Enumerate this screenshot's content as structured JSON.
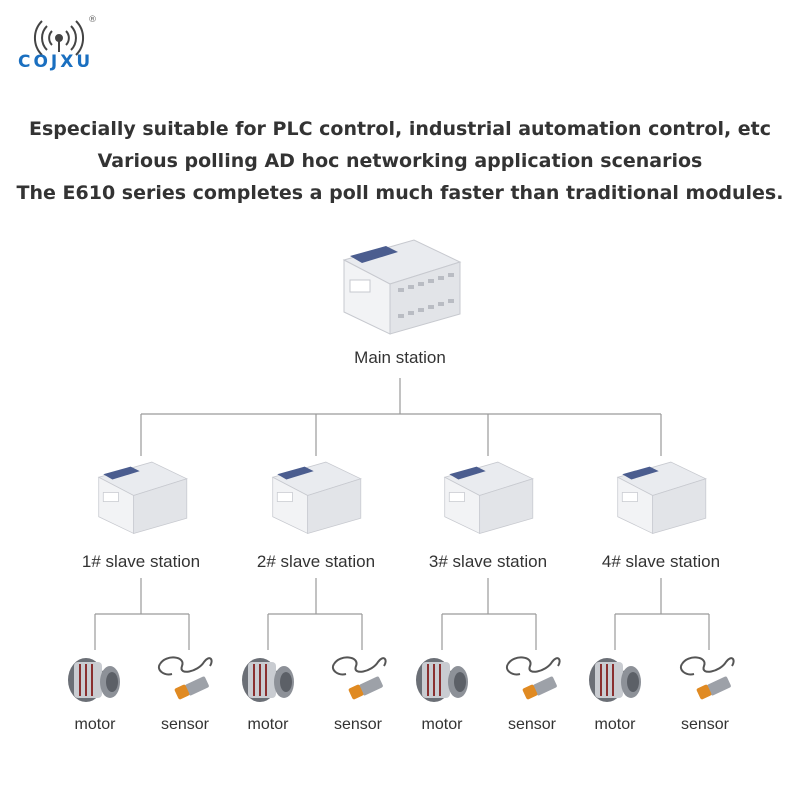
{
  "brand": {
    "name": "COJXU",
    "registered": "®"
  },
  "headline": [
    "Especially suitable for PLC control, industrial automation control, etc",
    "Various polling AD hoc networking application scenarios",
    "The E610 series completes a poll much faster than traditional modules."
  ],
  "main_station": {
    "label": "Main station",
    "icon": "plc-icon"
  },
  "slaves": [
    {
      "label": "1# slave station",
      "devices": [
        "motor",
        "sensor"
      ]
    },
    {
      "label": "2# slave station",
      "devices": [
        "motor",
        "sensor"
      ]
    },
    {
      "label": "3# slave station",
      "devices": [
        "motor",
        "sensor"
      ]
    },
    {
      "label": "4# slave station",
      "devices": [
        "motor",
        "sensor"
      ]
    }
  ],
  "colors": {
    "brand_blue": "#1a6fc0",
    "line_gray": "#9a9a9a",
    "text": "#333333"
  }
}
